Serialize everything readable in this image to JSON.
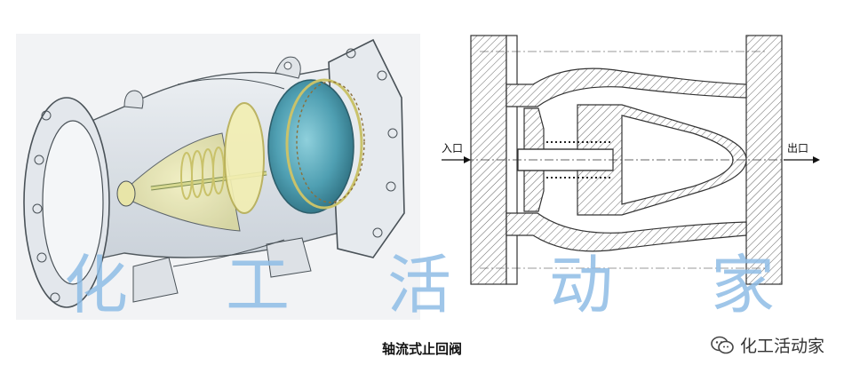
{
  "caption": "轴流式止回阀",
  "labels": {
    "inlet": "入口",
    "outlet": "出口"
  },
  "watermark": {
    "chars": [
      "化",
      "工",
      "活",
      "动",
      "家"
    ]
  },
  "brand": {
    "name": "化工活动家",
    "icon": "wechat-icon"
  },
  "colors": {
    "watermark": "#8fbde6",
    "render_background": "#f2f3f5",
    "render_outline": "#4a5258",
    "spring_yellow": "#e6e19a",
    "disc_teal": "#4f9fb2",
    "hatch": "#555555"
  }
}
